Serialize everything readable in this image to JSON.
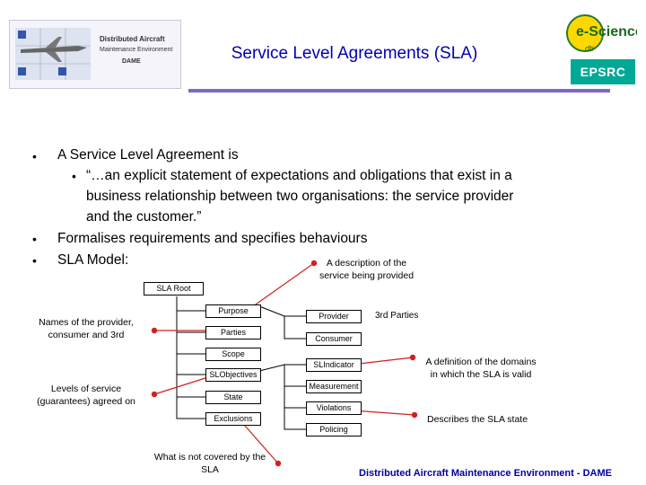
{
  "header": {
    "title": "Service Level Agreements (SLA)",
    "logo_dame_line1": "Distributed Aircraft",
    "logo_dame_line2": "Maintenance Environment",
    "logo_dame_line3": "DAME",
    "logo_escience": "e-Science",
    "logo_dti": "dti",
    "logo_epsrc": "EPSRC"
  },
  "bullets": [
    "A Service Level Agreement is",
    "“…an explicit statement of expectations and obligations that exist in a",
    "business relationship between two organisations: the service provider",
    "and the customer.”",
    "Formalises requirements and specifies behaviours",
    "SLA Model:"
  ],
  "diagram": {
    "root": "SLA Root",
    "level1": [
      "Purpose",
      "Parties",
      "Scope",
      "SLObjectives",
      "State",
      "Exclusions"
    ],
    "level2": [
      "Provider",
      "Consumer",
      "SLIndicator",
      "Measurement",
      "Violations",
      "Policing"
    ],
    "third_parties": "3rd Parties",
    "notes": {
      "description_l1": "A description of the",
      "description_l2": "service being provided",
      "names_l1": "Names of the provider,",
      "names_l2": "consumer and 3rd",
      "levels_l1": "Levels of service",
      "levels_l2": "(guarantees) agreed on",
      "domains_l1": "A definition of the domains",
      "domains_l2": "in which the SLA is valid",
      "state": "Describes the SLA state",
      "notcovered_l1": "What is not covered by the",
      "notcovered_l2": "SLA"
    }
  },
  "footer": "Distributed Aircraft Maintenance Environment - DAME",
  "colors": {
    "title": "#0000b0",
    "rule": "#7b68c8",
    "marker": "#d02020",
    "footer": "#0000a0",
    "epsrc": "#00a896"
  }
}
